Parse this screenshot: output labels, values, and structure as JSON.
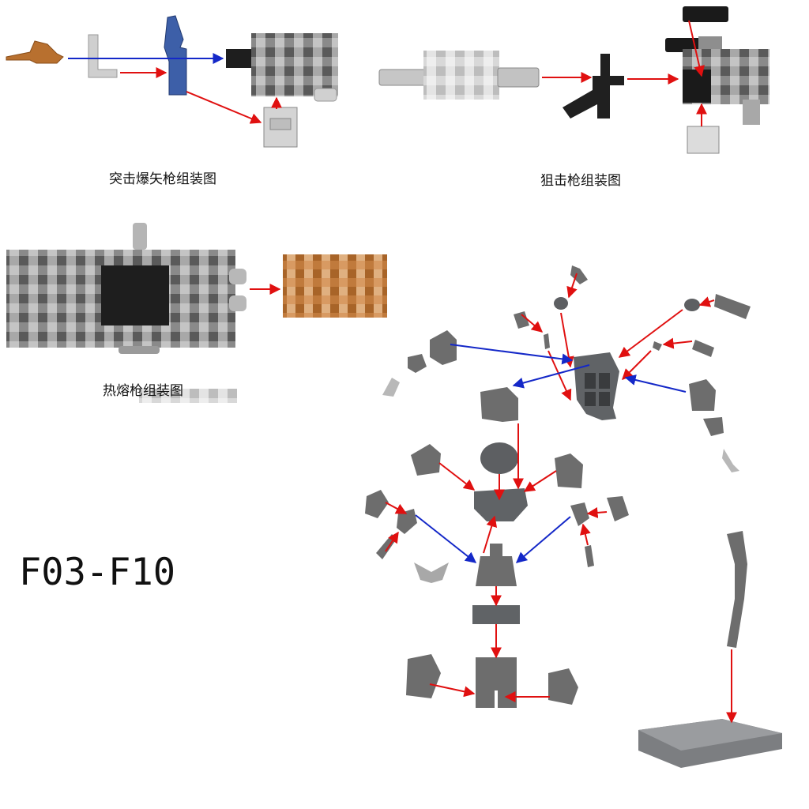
{
  "captions": {
    "assault_gun": "突击爆矢枪组装图",
    "sniper_rifle": "狙击枪组装图",
    "melta_gun": "热熔枪组装图"
  },
  "model_code": "F03-F10",
  "colors": {
    "part_gray": "#6d6d6d",
    "part_dark": "#55585c",
    "part_light": "#c9c9c9",
    "bronze": "#b8702f",
    "blue_part": "#3d5fa8",
    "arrow_red": "#e01010",
    "arrow_blue": "#1428c8",
    "background": "#ffffff"
  },
  "icons": {
    "red_arrow": "assembly-arrow-red",
    "blue_arrow": "assembly-arrow-blue"
  }
}
